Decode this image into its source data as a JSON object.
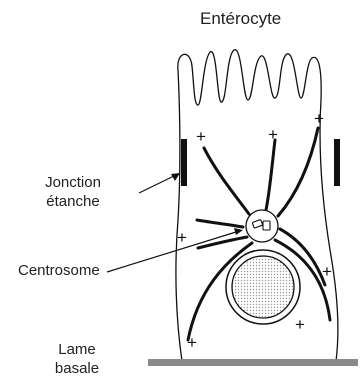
{
  "title": "Entérocyte",
  "labels": {
    "jonction_line1": "Jonction",
    "jonction_line2": "étanche",
    "centrosome": "Centrosome",
    "lame_line1": "Lame",
    "lame_line2": "basale"
  },
  "plus_sign": "+",
  "colors": {
    "outline": "#111111",
    "junction": "#111111",
    "basal_lamina": "#8a8a8a",
    "nucleus_fill": "#d8d8d8"
  }
}
